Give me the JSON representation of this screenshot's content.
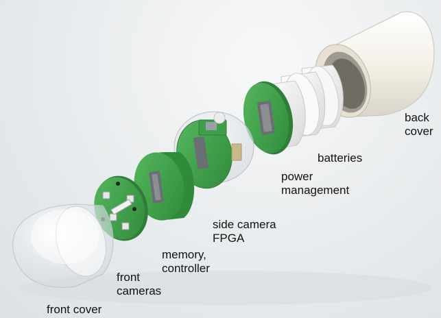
{
  "labels": {
    "front_cover": "front cover",
    "front_cameras": "front\ncameras",
    "memory_controller": "memory,\ncontroller",
    "side_camera_fpga": "side camera\nFPGA",
    "power_management": "power\nmanagement",
    "batteries": "batteries",
    "back_cover": "back\ncover"
  },
  "colors": {
    "pcb_green": "#3f9e4a",
    "pcb_green_dark": "#2f7d39",
    "connector": "#6b6f73",
    "battery": "#f4f4f4",
    "shell": "#f6f3ea"
  }
}
